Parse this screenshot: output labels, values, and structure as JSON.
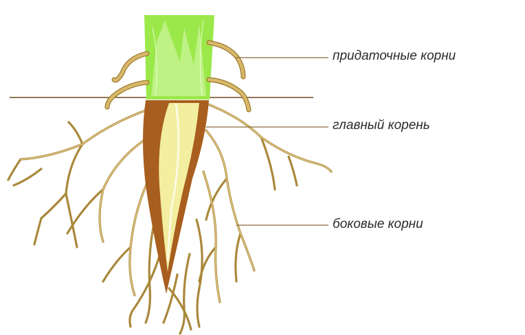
{
  "labels": {
    "adventitious_roots": "придаточные корни",
    "main_root": "главный корень",
    "lateral_roots": "боковые корни"
  },
  "colors": {
    "stem": "#9be84a",
    "stem_highlight": "#c9f59a",
    "taproot_dark": "#a85e1e",
    "taproot_light": "#f3eea0",
    "root_fill": "#d8b86a",
    "root_outline": "#9a7a2a",
    "leader_line": "#8a6a3a",
    "soil_line": "#6b4a1a",
    "label_text": "#2b2b2b"
  }
}
